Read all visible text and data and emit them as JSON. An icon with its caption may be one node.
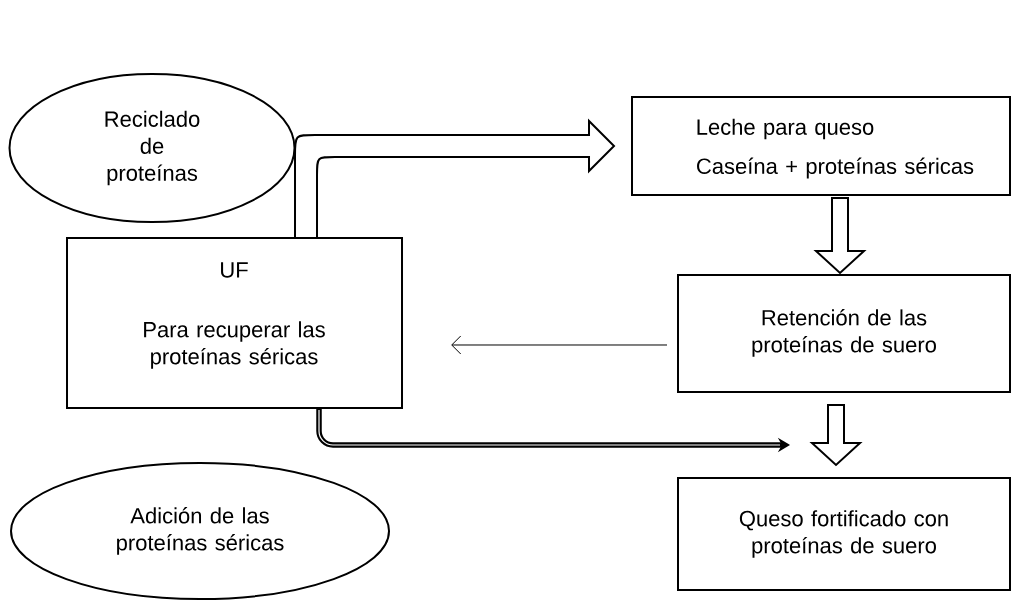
{
  "diagram": {
    "nodes": [
      {
        "text": [
          "Reciclado de proteínas"
        ]
      },
      {
        "text": [
          "Leche para queso",
          "Caseína + proteínas séricas"
        ]
      },
      {
        "text": [
          "UF",
          "Para recuperar las proteínas séricas"
        ]
      },
      {
        "text": [
          "Retención de las proteínas de suero"
        ]
      },
      {
        "text": [
          "Adición de las proteínas séricas"
        ]
      },
      {
        "text": [
          "Queso fortificado con proteínas de suero"
        ]
      }
    ],
    "edges": [
      {
        "from": 2,
        "to": 1,
        "arrow": "to"
      },
      {
        "from": 1,
        "to": 3,
        "arrow": "to"
      },
      {
        "from": 3,
        "to": 2,
        "arrow": "to"
      },
      {
        "from": 2,
        "to": null,
        "arrow": "to",
        "style": "thick"
      },
      {
        "from": 3,
        "to": 5,
        "arrow": "to"
      }
    ]
  }
}
